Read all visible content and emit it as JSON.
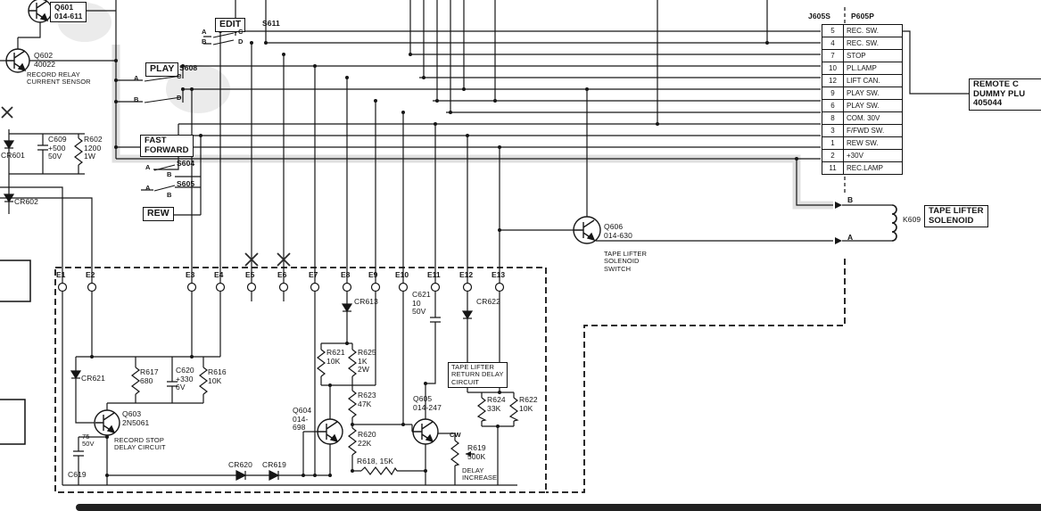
{
  "connector": {
    "left_header": "J605S",
    "right_header": "P605P",
    "pins": [
      {
        "num": "5",
        "label": "REC. SW."
      },
      {
        "num": "4",
        "label": "REC. SW."
      },
      {
        "num": "7",
        "label": "STOP"
      },
      {
        "num": "10",
        "label": "PL.LAMP"
      },
      {
        "num": "12",
        "label": "LIFT CAN."
      },
      {
        "num": "9",
        "label": "PLAY SW."
      },
      {
        "num": "6",
        "label": "PLAY SW."
      },
      {
        "num": "8",
        "label": "COM. 30V"
      },
      {
        "num": "3",
        "label": "F/FWD SW."
      },
      {
        "num": "1",
        "label": "REW SW."
      },
      {
        "num": "2",
        "label": "+30V"
      },
      {
        "num": "11",
        "label": "REC.LAMP"
      }
    ]
  },
  "remote_plug": {
    "line1": "REMOTE C",
    "line2": "DUMMY PLU",
    "line3": "405044"
  },
  "solenoid": {
    "ref": "K609",
    "label": "TAPE LIFTER\nSOLENOID",
    "pin_b": "B",
    "pin_a": "A"
  },
  "switches": {
    "edit": {
      "name": "EDIT",
      "ref": "S611",
      "contacts": [
        "A",
        "B",
        "C",
        "D"
      ]
    },
    "play": {
      "name": "PLAY",
      "ref": "S608",
      "contacts": [
        "A",
        "B",
        "C",
        "D"
      ]
    },
    "fast_forward": {
      "name": "FAST\nFORWARD",
      "s604": "S604",
      "s605": "S605",
      "s604_contacts": [
        "A",
        "B"
      ],
      "s605_contacts": [
        "A",
        "B"
      ]
    },
    "rew": {
      "name": "REW"
    }
  },
  "semiconductors": {
    "q601": "Q601\n014-611",
    "q602": "Q602\n40022",
    "q602_note": "RECORD RELAY\nCURRENT SENSOR",
    "q603": "Q603\n2N5061",
    "q603_note": "RECORD STOP\nDELAY CIRCUIT",
    "q604": "Q604\n014-\n698",
    "q605": "Q605\n014-247",
    "q606": "Q606\n014-630",
    "q606_note": "TAPE LIFTER\nSOLENOID\nSWITCH",
    "cr601": "CR601",
    "cr602": "CR602",
    "cr613": "CR613",
    "cr619": "CR619",
    "cr620": "CR620",
    "cr621": "CR621",
    "cr622": "CR622"
  },
  "passives": {
    "c609": "C609\n+500\n50V",
    "r602": "R602\n1200\n1W",
    "r617": "R617\n680",
    "c620": "C620\n+330\n6V",
    "r616": "R616\n10K",
    "c619_value": "75\n50V",
    "c619": "C619",
    "r621": "R621\n10K",
    "r625": "R625\n1K\n2W",
    "r623": "R623\n47K",
    "r620": "R620\n22K",
    "r618": "R618, 15K",
    "c621": "C621\n10\n50V",
    "r624": "R624\n33K",
    "r622": "R622\n10K",
    "r619_cw": "CW",
    "r619": "R619\n500K",
    "r619_note": "DELAY\nINCREASE",
    "return_delay_note": "TAPE LIFTER\nRETURN DELAY\nCIRCUIT"
  },
  "terminals": [
    "E1",
    "E2",
    "E3",
    "E4",
    "E5",
    "E6",
    "E7",
    "E8",
    "E9",
    "E10",
    "E11",
    "E12",
    "E13"
  ]
}
